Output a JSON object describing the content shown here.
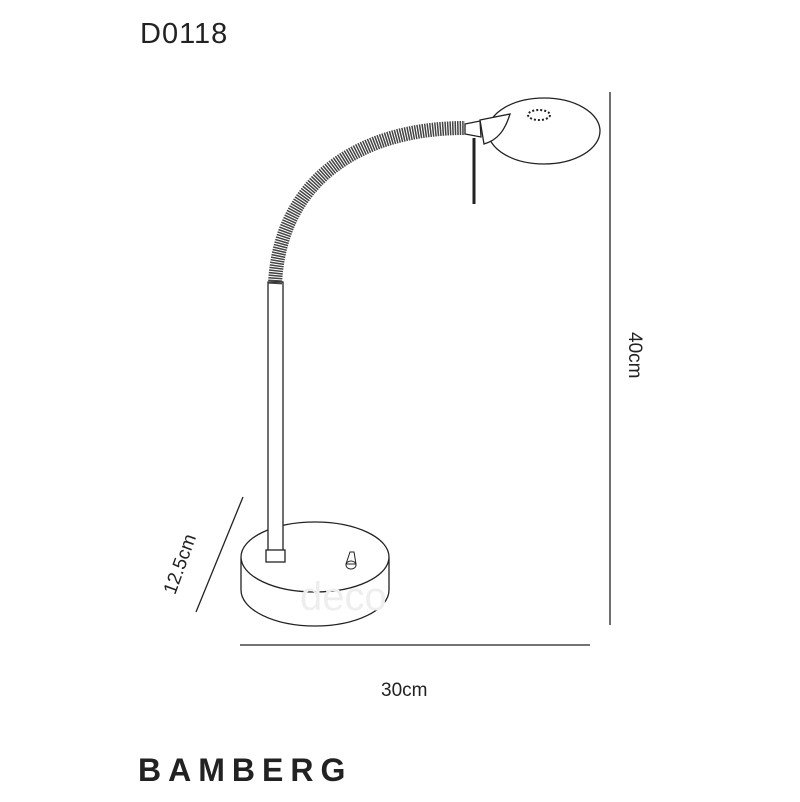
{
  "product_code": "D0118",
  "product_name": "BAMBERG",
  "dimensions": {
    "height": "40cm",
    "width": "30cm",
    "base_diameter": "12.5cm"
  },
  "watermark": "deco",
  "colors": {
    "line": "#222222",
    "background": "#ffffff"
  }
}
